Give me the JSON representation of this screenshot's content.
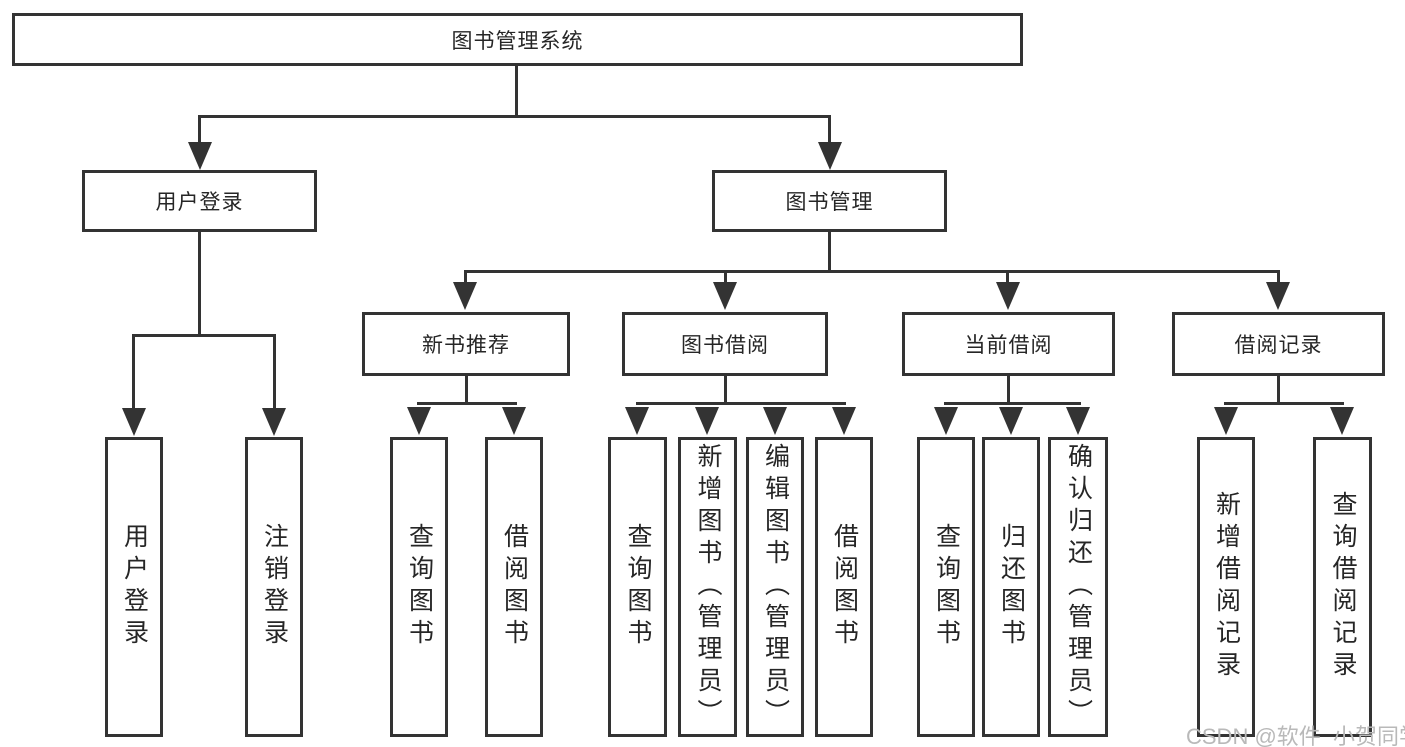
{
  "diagram": {
    "title": "图书管理系统",
    "level2": [
      {
        "label": "用户登录"
      },
      {
        "label": "图书管理"
      }
    ],
    "level3": [
      {
        "label": "新书推荐"
      },
      {
        "label": "图书借阅"
      },
      {
        "label": "当前借阅"
      },
      {
        "label": "借阅记录"
      }
    ],
    "leaves": {
      "user_login": [
        "用户登录",
        "注销登录"
      ],
      "new_book": [
        "查询图书",
        "借阅图书"
      ],
      "book_borrow": [
        "查询图书",
        "新增图书（管理员）",
        "编辑图书（管理员）",
        "借阅图书"
      ],
      "current_borrow": [
        "查询图书",
        "归还图书",
        "确认归还（管理员）"
      ],
      "borrow_record": [
        "新增借阅记录",
        "查询借阅记录"
      ]
    }
  },
  "watermark": {
    "text": "CSDN @软件_小贺同学"
  },
  "colors": {
    "line": "#333333",
    "text": "#262626",
    "watermark_text": "#b9b9b9",
    "background": "#ffffff"
  }
}
